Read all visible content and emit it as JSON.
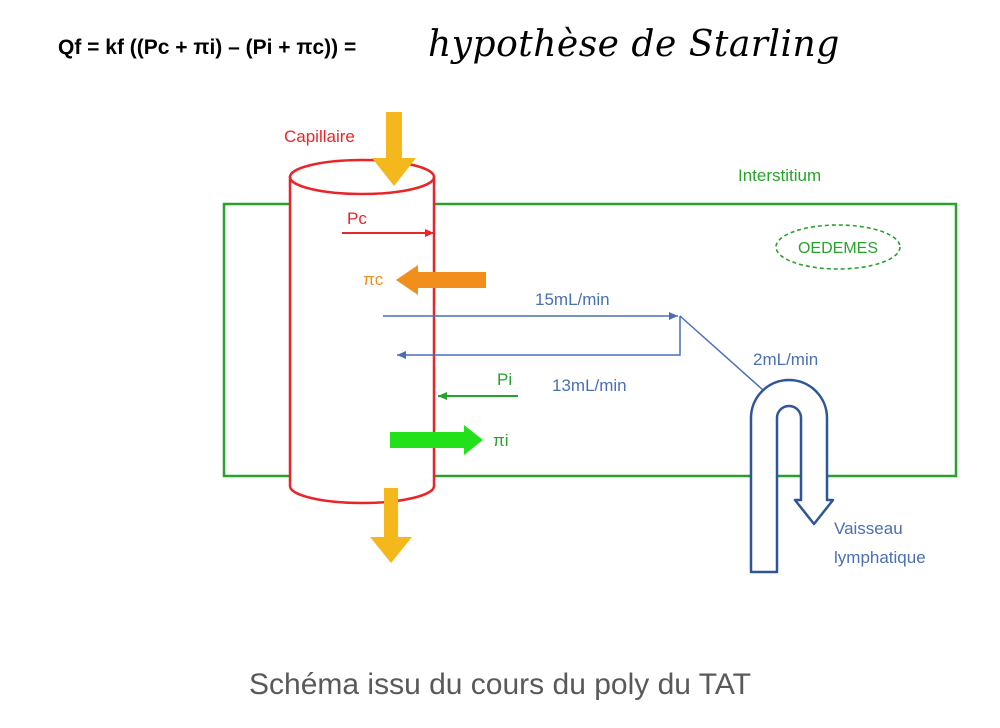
{
  "header": {
    "formula": "Qf = kf ((Pc + πi) – (Pi + πc)) =",
    "handwritten_note": "hypothèse de Starling"
  },
  "diagram": {
    "capillary_label": "Capillaire",
    "interstitium_label": "Interstitium",
    "oedemes_label": "OEDEMES",
    "pc_label": "Pc",
    "pi_c_label": "πc",
    "pi_label": "Pi",
    "pi_i_label": "πi",
    "flow_out_label": "15mL/min",
    "flow_back_label": "13mL/min",
    "lymph_flow_label": "2mL/min",
    "lymph_vessel_label_line1": "Vaisseau",
    "lymph_vessel_label_line2": "lymphatique"
  },
  "colors": {
    "capillary": "#e8262a",
    "interstitium": "#27a22b",
    "blue": "#4a6fb5",
    "yellow": "#f5b81c",
    "orange": "#f28e1c",
    "bright_green": "#22e11a"
  },
  "caption": "Schéma issu du cours du poly du TAT"
}
